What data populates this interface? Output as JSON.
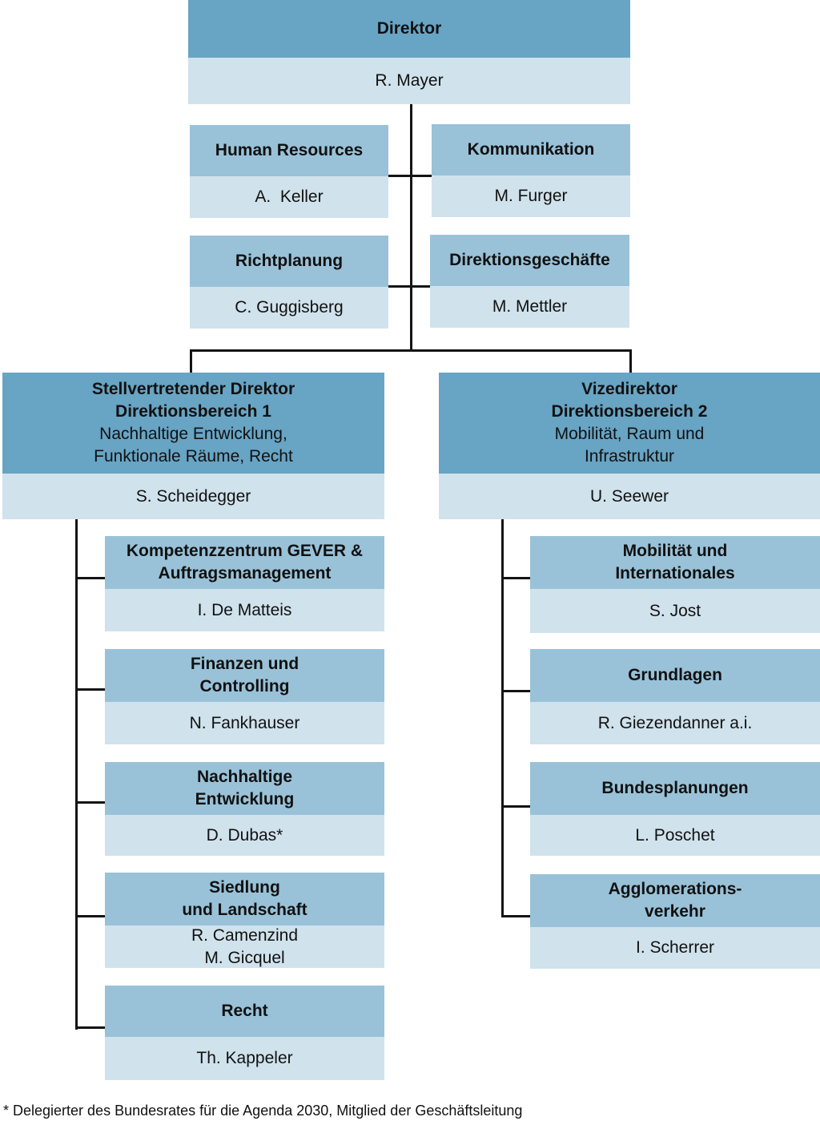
{
  "direktor": {
    "title": "Direktor",
    "person": "R. Mayer"
  },
  "staff": {
    "human_resources": {
      "title": "Human Resources",
      "person": "A.  Keller"
    },
    "kommunikation": {
      "title": "Kommunikation",
      "person": "M. Furger"
    },
    "richtplanung": {
      "title": "Richtplanung",
      "person": "C. Guggisberg"
    },
    "direktionsgeschaefte": {
      "title": "Direktionsgeschäfte",
      "person": "M. Mettler"
    }
  },
  "bereich1": {
    "title1": "Stellvertretender Direktor",
    "title2": "Direktionsbereich 1",
    "sub1": "Nachhaltige Entwicklung,",
    "sub2": "Funktionale Räume, Recht",
    "person": "S. Scheidegger",
    "units": [
      {
        "title1": "Kompetenzzentrum GEVER &",
        "title2": "Auftragsmanagement",
        "person1": "I. De Matteis"
      },
      {
        "title1": "Finanzen und",
        "title2": "Controlling",
        "person1": "N. Fankhauser"
      },
      {
        "title1": "Nachhaltige",
        "title2": "Entwicklung",
        "person1": "D. Dubas*"
      },
      {
        "title1": "Siedlung",
        "title2": "und Landschaft",
        "person1": "R. Camenzind",
        "person2": "M. Gicquel"
      },
      {
        "title1": "Recht",
        "person1": "Th. Kappeler"
      }
    ]
  },
  "bereich2": {
    "title1": "Vizedirektor",
    "title2": "Direktionsbereich 2",
    "sub1": "Mobilität, Raum und",
    "sub2": "Infrastruktur",
    "person": "U. Seewer",
    "units": [
      {
        "title1": "Mobilität und",
        "title2": "Internationales",
        "person1": "S. Jost"
      },
      {
        "title1": "Grundlagen",
        "person1": "R. Giezendanner a.i."
      },
      {
        "title1": "Bundesplanungen",
        "person1": "L. Poschet"
      },
      {
        "title1": "Agglomerations-",
        "title2": "verkehr",
        "person1": "I. Scherrer"
      }
    ]
  },
  "footnote": "* Delegierter des Bundesrates für die Agenda 2030, Mitglied der Geschäftsleitung",
  "colors": {
    "header_dark": "#68a4c4",
    "header_mid": "#99c2d8",
    "body_light": "#d0e2ec",
    "connector": "#141414"
  }
}
